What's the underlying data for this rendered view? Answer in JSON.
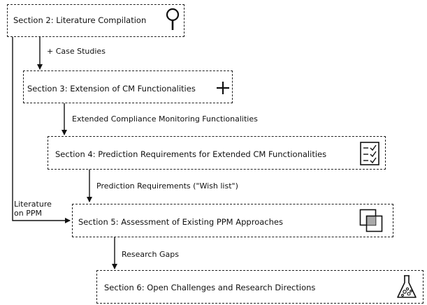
{
  "sections": [
    {
      "id": "s2",
      "label": "Section 2: Literature Compilation",
      "icon": "magnifier-icon"
    },
    {
      "id": "s3",
      "label": "Section 3: Extension of CM Functionalities",
      "icon": "plus-icon"
    },
    {
      "id": "s4",
      "label": "Section 4: Prediction Requirements for Extended CM Functionalities",
      "icon": "checklist-icon"
    },
    {
      "id": "s5",
      "label": "Section 5: Assessment of Existing PPM Approaches",
      "icon": "overlapping-squares-icon"
    },
    {
      "id": "s6",
      "label": "Section 6: Open Challenges and Research Directions",
      "icon": "flask-icon"
    }
  ],
  "edges": {
    "s2_s3": "+ Case Studies",
    "s3_s4": "Extended Compliance Monitoring Functionalities",
    "s4_s5": "Prediction Requirements (\"Wish list\")",
    "s2_s5_line1": "Literature",
    "s2_s5_line2": "on PPM",
    "s5_s6": "Research Gaps"
  },
  "colors": {
    "stroke": "#222222",
    "icon_fill_gray": "#aaaaaa"
  }
}
